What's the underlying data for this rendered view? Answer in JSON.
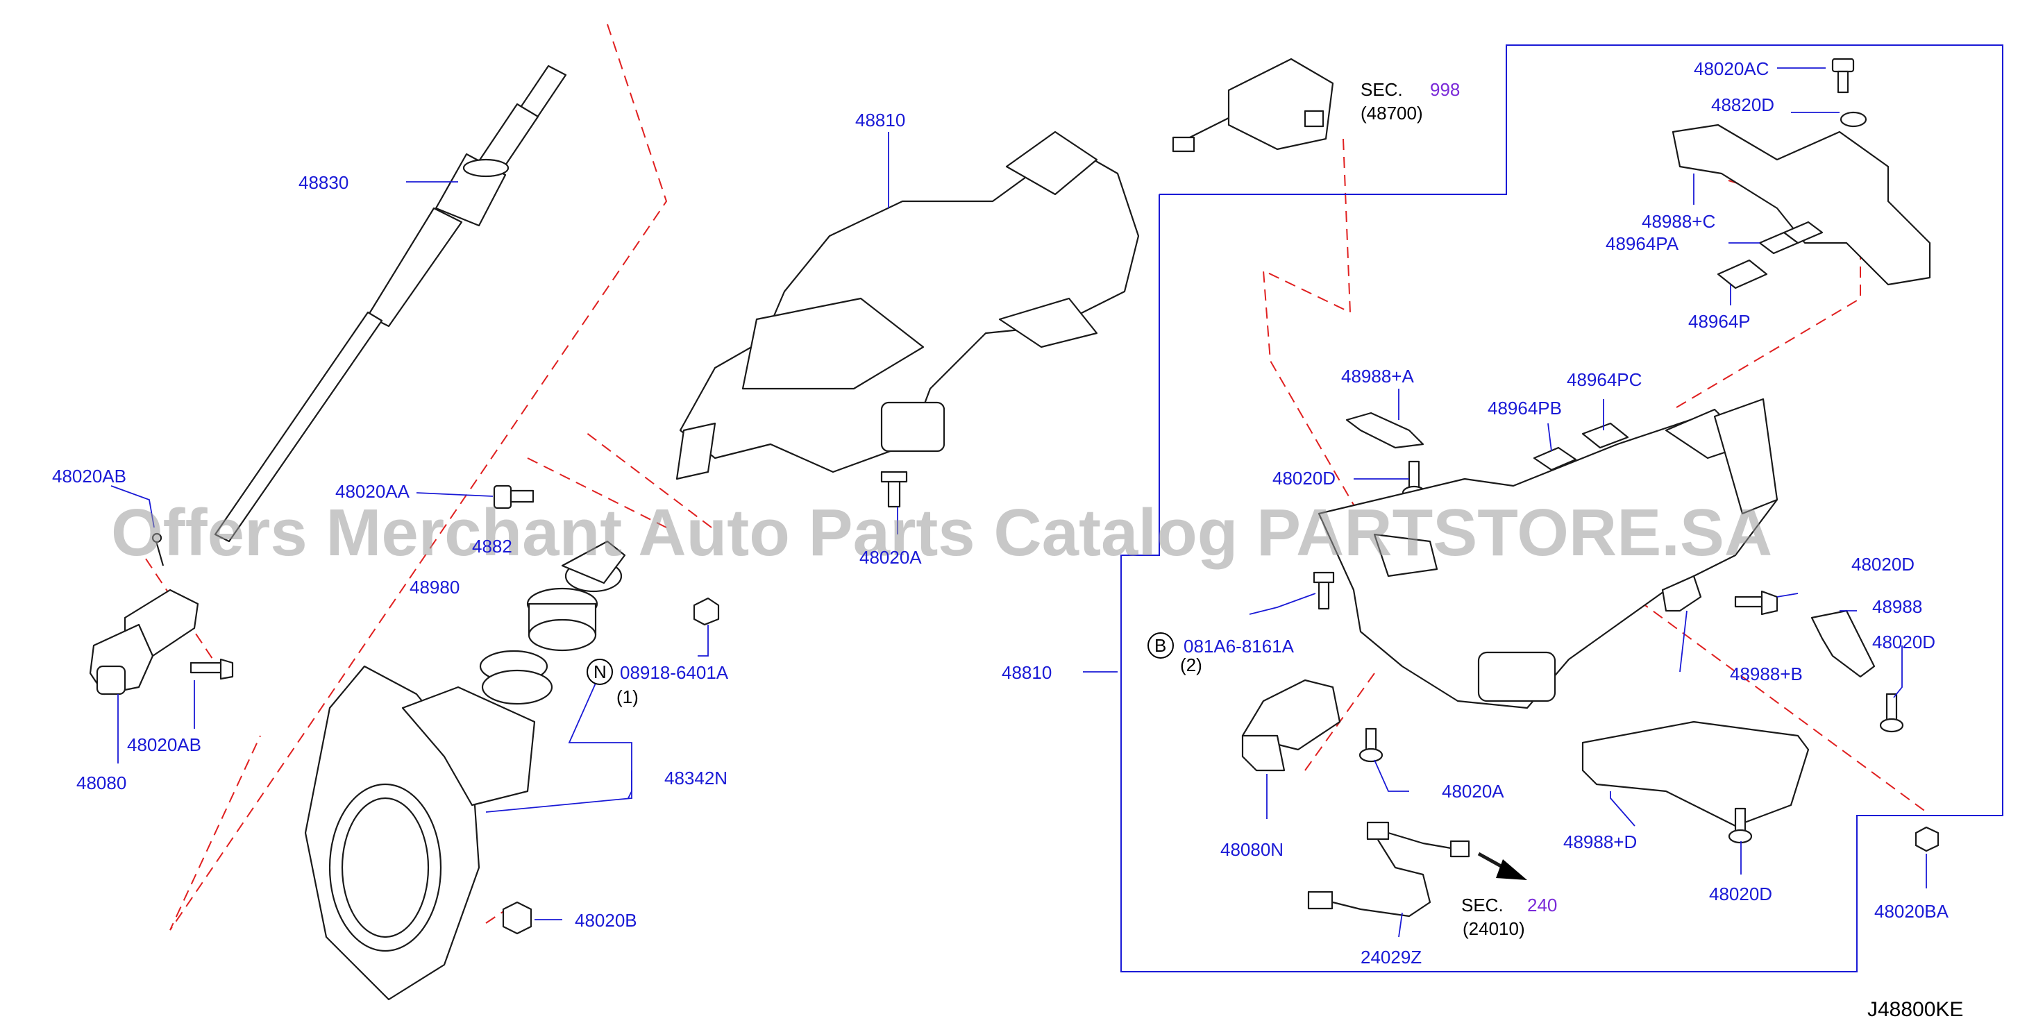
{
  "diagram": {
    "watermark": "Offers Merchant Auto Parts Catalog PARTSTORE.SA",
    "diagram_code": "J48800KE",
    "labels": {
      "p48830": "48830",
      "p48810_top": "48810",
      "p48020AB_left": "48020AB",
      "p48020AB_bottom": "48020AB",
      "p48080": "48080",
      "p48020AA": "48020AA",
      "p4882x": "4882",
      "p48980": "48980",
      "p48020A_top": "48020A",
      "n08918": "08918-6401A",
      "n08918_qty": "(1)",
      "p48342N": "48342N",
      "p48020B": "48020B",
      "sec998_prefix": "SEC.",
      "sec998_num": "998",
      "sec998_ref": "(48700)",
      "p48020AC": "48020AC",
      "p48820D": "48820D",
      "p48988C": "48988+C",
      "p48964PA": "48964PA",
      "p48964P": "48964P",
      "p48988A": "48988+A",
      "p48964PB": "48964PB",
      "p48964PC": "48964PC",
      "p48020D_upper": "48020D",
      "p48020D_right1": "48020D",
      "p48988": "48988",
      "p48020D_right2": "48020D",
      "p48810_right": "48810",
      "b081A6": "081A6-8161A",
      "b081A6_qty": "(2)",
      "p48988B": "48988+B",
      "p48020A_right": "48020A",
      "p48080N": "48080N",
      "p48988D": "48988+D",
      "p48020D_bottom": "48020D",
      "p48020BA": "48020BA",
      "sec240_prefix": "SEC.",
      "sec240_num": "240",
      "sec240_ref": "(24010)",
      "p24029Z": "24029Z"
    },
    "markers": {
      "n": "N",
      "b": "B"
    },
    "colors": {
      "label": "#1a1ad6",
      "section_link": "#7a2ad8",
      "dashed_guide": "#e02020",
      "outline": "#1a1a1a"
    }
  }
}
